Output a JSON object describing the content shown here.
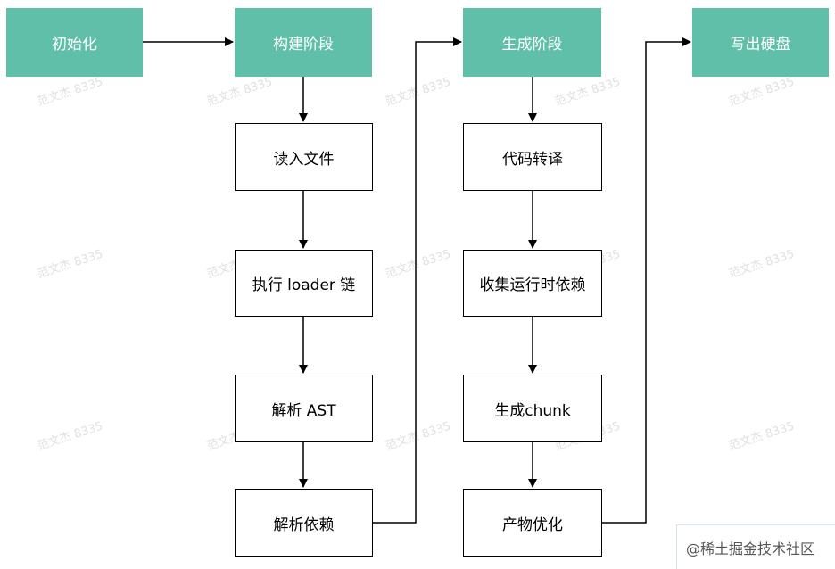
{
  "colors": {
    "stage_fill": "#5fbfa9",
    "stage_text": "#ffffff",
    "box_border": "#000000",
    "edge": "#000000"
  },
  "stages": {
    "init": "初始化",
    "build": "构建阶段",
    "generate": "生成阶段",
    "write": "写出硬盘"
  },
  "build_steps": {
    "read_files": "读入文件",
    "run_loaders": "执行 loader 链",
    "parse_ast": "解析 AST",
    "parse_deps": "解析依赖"
  },
  "generate_steps": {
    "transpile": "代码转译",
    "collect_runtime": "收集运行时依赖",
    "gen_chunk": "生成chunk",
    "optimize": "产物优化"
  },
  "watermark_text": "范文杰 8335",
  "brand": "@稀土掘金技术社区"
}
